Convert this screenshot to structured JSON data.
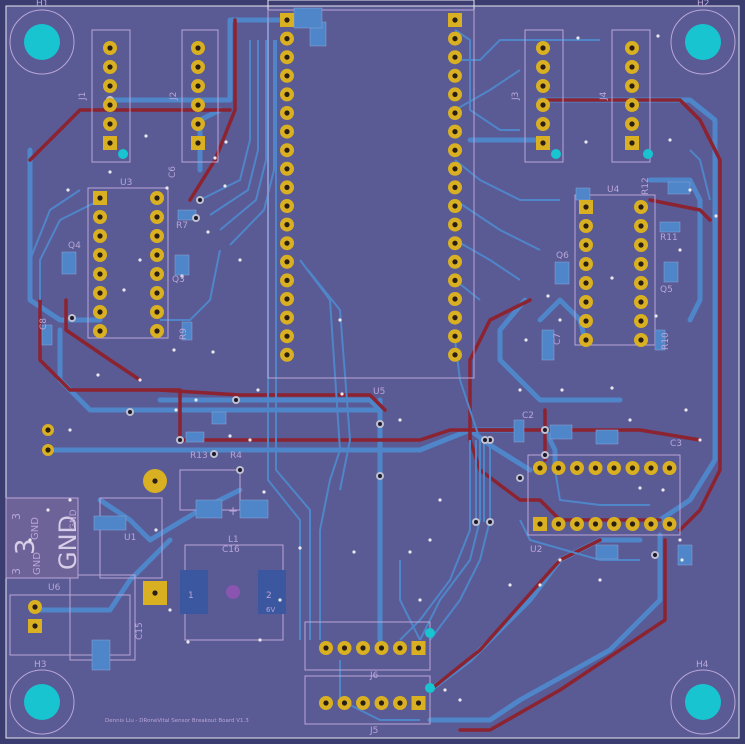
{
  "board": {
    "footer_text": "Dennis Liu - DRoneVital Sensor Breakout Board V1.3",
    "colors": {
      "board": "#5a5a94",
      "board_edge": "#e8e8f0",
      "trace_top": "#8c2330",
      "trace_bottom": "#4f85c9",
      "pad_gold": "#d8b022",
      "hole_cyan": "#18c4d0",
      "silk": "#b9a6d8",
      "zone_bottom": "#46508a"
    }
  },
  "mounting_holes": [
    {
      "ref": "H1"
    },
    {
      "ref": "H2"
    },
    {
      "ref": "H3"
    },
    {
      "ref": "H4"
    }
  ],
  "refs": {
    "J1": "J1",
    "J2": "J2",
    "J3": "J3",
    "J4": "J4",
    "J5": "J5",
    "J6": "J6",
    "U1": "U1",
    "U2": "U2",
    "U3": "U3",
    "U4": "U4",
    "U5": "U5",
    "U6": "U6",
    "Q3": "Q3",
    "Q4": "Q4",
    "Q5": "Q5",
    "Q6": "Q6",
    "R4": "R4",
    "R7": "R7",
    "R9": "R9",
    "R10": "R10",
    "R11": "R11",
    "R12": "R12",
    "R13": "R13",
    "C2": "C2",
    "C3": "C3",
    "C6": "C6",
    "C7": "C7",
    "C8": "C8",
    "C15": "C15",
    "C16": "C16",
    "L1": "L1"
  },
  "power_labels": {
    "a": "3",
    "b": "GND",
    "c": "3",
    "d": "GND",
    "e": "GND",
    "big3": "3",
    "bigGnd": "GND",
    "cap_plus": "+",
    "l1_1": "1",
    "l1_2": "2",
    "l1_v": "6V"
  }
}
